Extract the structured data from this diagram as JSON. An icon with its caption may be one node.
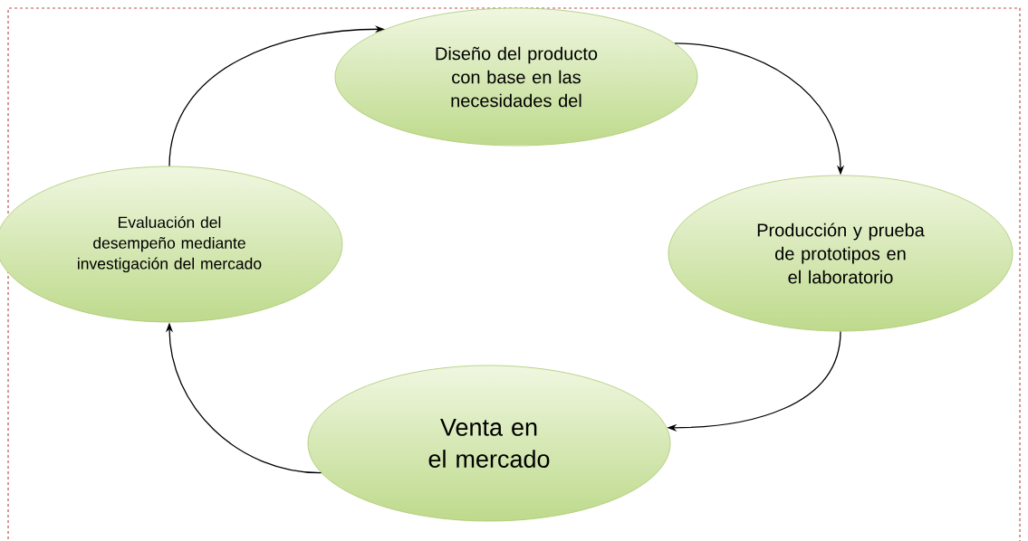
{
  "diagram": {
    "nodes": [
      {
        "text": [
          "Diseño del producto con base en las necesidades del"
        ]
      },
      {
        "text": [
          "Producción y prueba de prototipos en el laboratorio"
        ]
      },
      {
        "text": [
          "Venta en el mercado"
        ]
      },
      {
        "text": [
          "Evaluación del desempeño mediante investigación del mercado"
        ]
      }
    ],
    "edges": [
      {
        "from": 3,
        "to": 0,
        "arrow": "to"
      },
      {
        "from": 0,
        "to": 1,
        "arrow": "to"
      },
      {
        "from": 1,
        "to": 2,
        "arrow": "to"
      },
      {
        "from": 2,
        "to": 3,
        "arrow": "to"
      }
    ]
  }
}
